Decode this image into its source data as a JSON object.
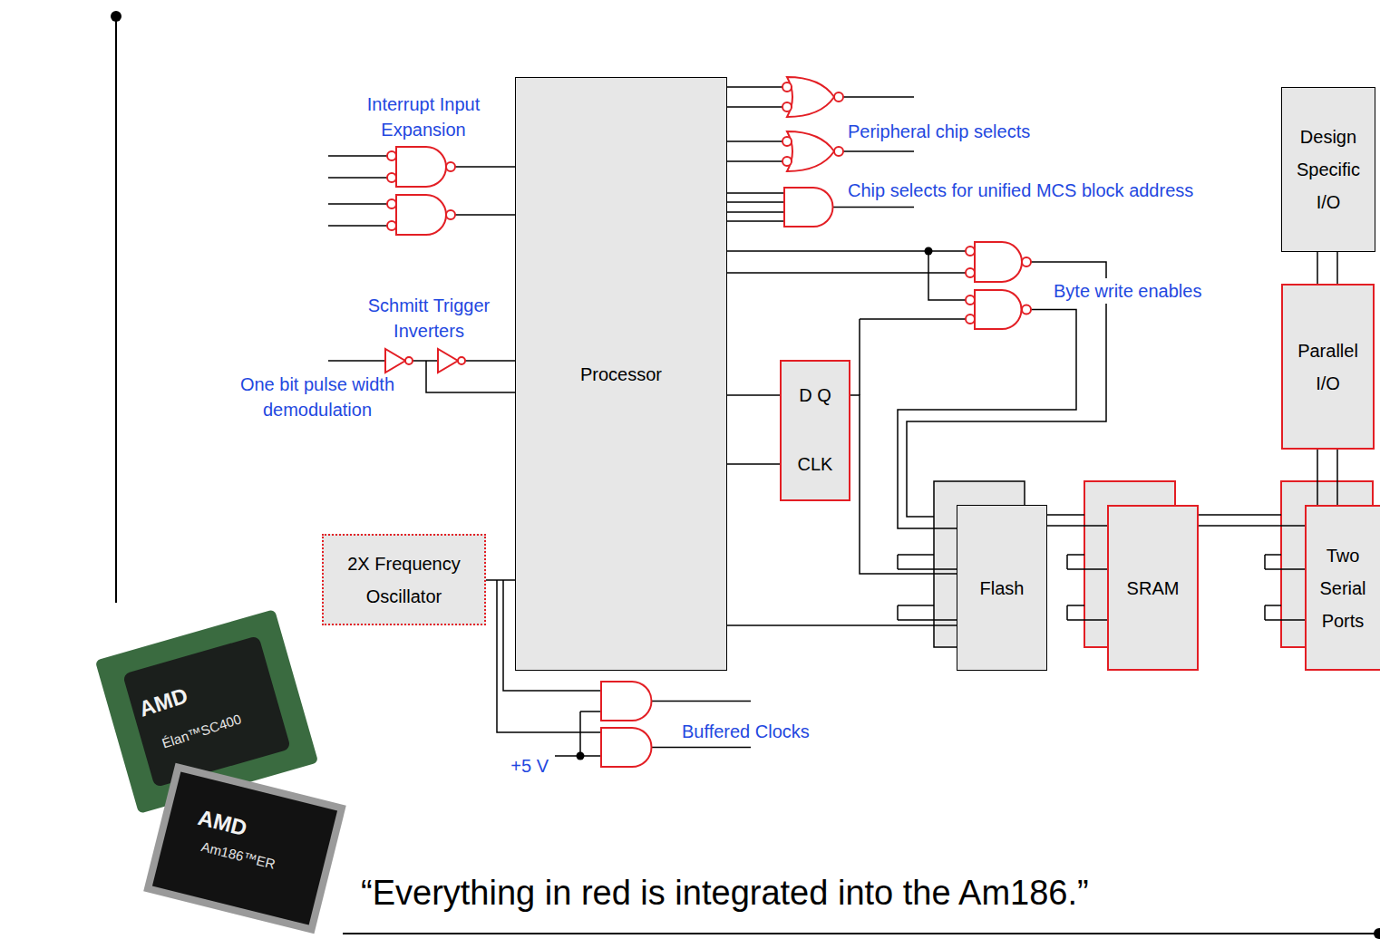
{
  "diagram": {
    "caption": "“Everything in red is integrated into the Am186.”",
    "nodes": [
      {
        "text": [
          "Processor"
        ]
      },
      {
        "text": [
          "Design Specific I/O"
        ]
      },
      {
        "text": [
          "Parallel I/O"
        ]
      },
      {
        "text": [
          "D Q",
          "CLK"
        ]
      },
      {
        "text": [
          "2X Frequency Oscillator"
        ]
      },
      {
        "text": [
          "Flash"
        ]
      },
      {
        "text": [
          "SRAM"
        ]
      },
      {
        "text": [
          "Two Serial Ports"
        ]
      }
    ],
    "edges": [
      {
        "from": 4,
        "to": 0,
        "arrow": "none"
      },
      {
        "from": 0,
        "to": 3,
        "arrow": "none"
      },
      {
        "from": 0,
        "to": 3,
        "arrow": "none"
      },
      {
        "from": 3,
        "to": 5,
        "arrow": "none"
      },
      {
        "from": 0,
        "to": 5,
        "arrow": "none"
      },
      {
        "from": 5,
        "to": 6,
        "arrow": "none"
      },
      {
        "from": 6,
        "to": 7,
        "arrow": "none"
      },
      {
        "from": 1,
        "to": 2,
        "arrow": "none"
      },
      {
        "from": 2,
        "to": 7,
        "arrow": "none"
      }
    ],
    "labels": [
      "Interrupt Input Expansion",
      "Peripheral chip selects",
      "Chip selects for unified MCS block address",
      "Byte write enables",
      "Schmitt Trigger Inverters",
      "One bit pulse width demodulation",
      "Buffered Clocks",
      "+5 V",
      "AMD",
      "Élan™SC400",
      "AMD",
      "Am186™ER"
    ]
  }
}
